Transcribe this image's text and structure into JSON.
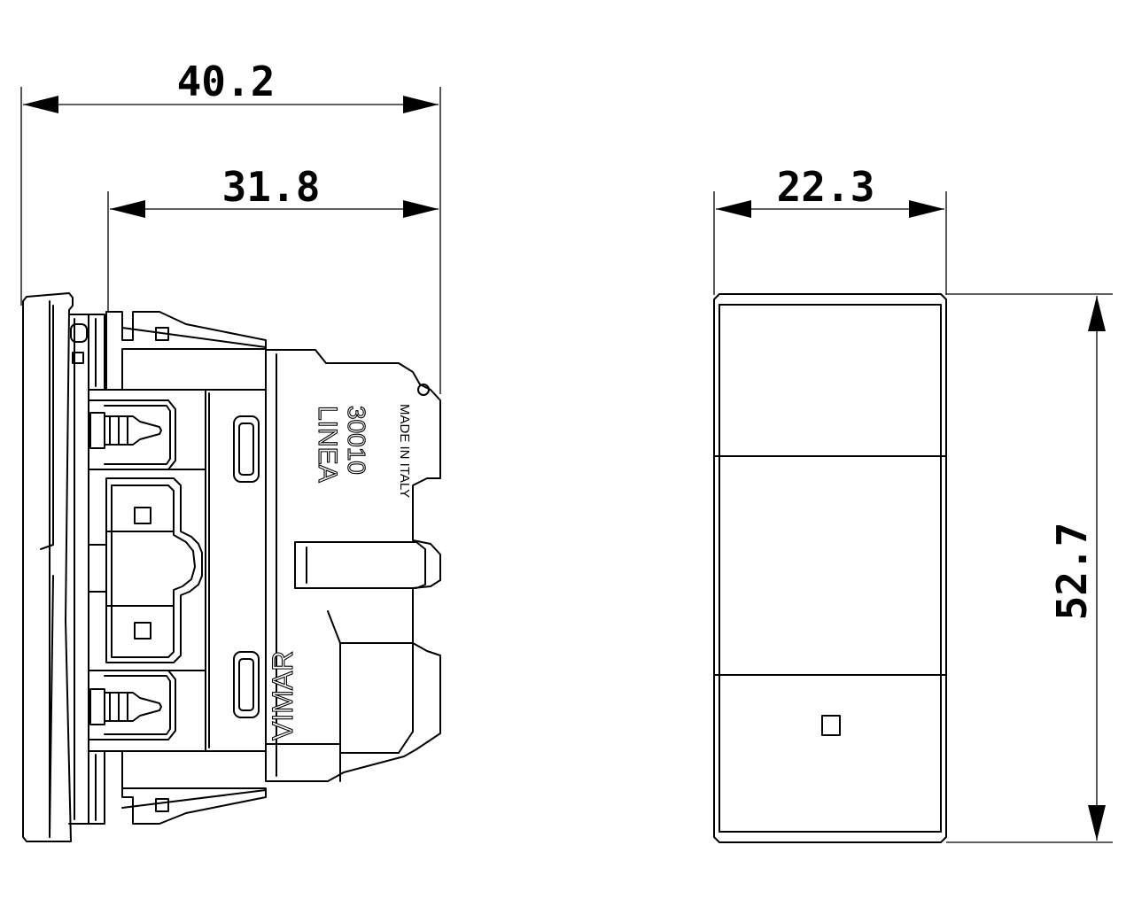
{
  "dimensions": {
    "overall_depth": "40.2",
    "body_depth": "31.8",
    "front_width": "22.3",
    "front_height": "52.7"
  },
  "markings": {
    "series": "LINEA",
    "code": "30010",
    "origin": "MADE IN ITALY",
    "brand": "VIMAR"
  }
}
